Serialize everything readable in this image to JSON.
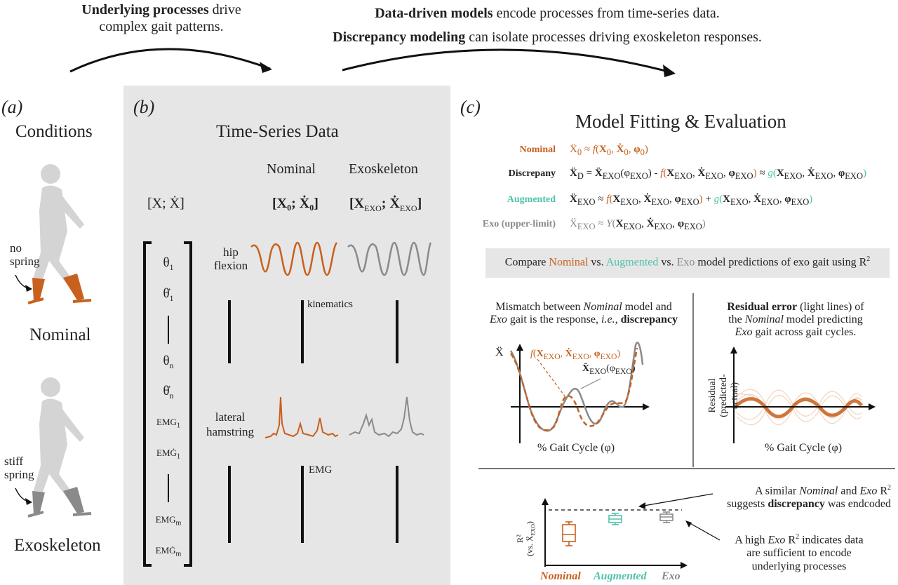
{
  "header": {
    "left_bold": "Underlying processes",
    "left_rest1": " drive",
    "left_line2": "complex gait patterns.",
    "right1_bold": "Data-driven models",
    "right1_rest": " encode processes from time-series data.",
    "right2_bold": "Discrepancy modeling",
    "right2_rest": " can isolate processes driving exoskeleton responses."
  },
  "panel_a": {
    "tag": "(a)",
    "title": "Conditions",
    "nominal": "Nominal",
    "exo": "Exoskeleton",
    "no_spring_1": "no",
    "no_spring_2": "spring",
    "stiff_spring_1": "stiff",
    "stiff_spring_2": "spring",
    "colors": {
      "orange": "#c8601e",
      "grey": "#8a8a8a",
      "body": "#d4d4d4"
    }
  },
  "panel_b": {
    "tag": "(b)",
    "title": "Time-Series Data",
    "col_nominal": "Nominal",
    "col_exo": "Exoskeleton",
    "state_generic": "[X; Ẋ]",
    "state_nominal": "[X₀; Ẋ₀]",
    "state_exo": "[X",
    "state_exo_sub": "EXO",
    "state_exo_mid": "; Ẋ",
    "state_exo_end": "]",
    "vector": [
      "θ1",
      "θ̇1",
      "|",
      "θn",
      "θ̇n",
      "EMG1",
      "EMĠ1",
      "|",
      "EMGm",
      "EMĠm"
    ],
    "hip_1": "hip",
    "hip_2": "flexion",
    "kinematics": "kinematics",
    "lat_1": "lateral",
    "lat_2": "hamstring",
    "emg": "EMG"
  },
  "panel_c": {
    "tag": "(c)",
    "title": "Model Fitting & Evaluation",
    "labels": {
      "nominal": "Nominal",
      "discrepancy": "Discrepany",
      "augmented": "Augmented",
      "exo": "Exo (upper-limit)"
    },
    "compare_1": "Compare ",
    "compare_nominal": "Nominal",
    "compare_vs1": " vs. ",
    "compare_aug": "Augmented",
    "compare_vs2": " vs. ",
    "compare_exo": "Exo",
    "compare_end": " model predictions of exo gait using R",
    "compare_sup": "2",
    "mismatch_1": "Mismatch between ",
    "mismatch_nom": "Nominal",
    "mismatch_2": " model and",
    "mismatch_exo": "Exo",
    "mismatch_3": " gait is the response, ",
    "mismatch_ie": "i.e.,",
    "mismatch_disc": " discrepancy",
    "residual_bold": "Residual error",
    "residual_1": " (light lines) of",
    "residual_2a": "the ",
    "residual_nom": "Nominal",
    "residual_2b": " model predicting",
    "residual_exo": "Exo",
    "residual_3": " gait across gait cycles.",
    "xddot": "Ẍ",
    "gait_cycle": "% Gait Cycle (φ)",
    "residual_axis_1": "Residual",
    "residual_axis_2": "(predicted-actual)",
    "similar_1": "A similar ",
    "similar_nom": "Nominal",
    "similar_and": " and ",
    "similar_exo": "Exo",
    "similar_r2": " R",
    "similar_2": "suggests ",
    "similar_disc": "discrepancy",
    "similar_3": " was endcoded",
    "high_1": "A high ",
    "high_exo": "Exo",
    "high_r2": " R",
    "high_2": " indicates data",
    "high_3": "are sufficient to encode",
    "high_4": "underlying processes",
    "r2_axis": "R²",
    "r2_axis_2": "(vs. Ẍ",
    "r2_axis_sub": "EXO",
    "r2_axis_3": ")",
    "box_nominal": "Nominal",
    "box_augmented": "Augmented",
    "box_exo": "Exo",
    "colors": {
      "nominal": "#c8601e",
      "augmented": "#4fc3a8",
      "exo": "#8a8a8a"
    }
  }
}
